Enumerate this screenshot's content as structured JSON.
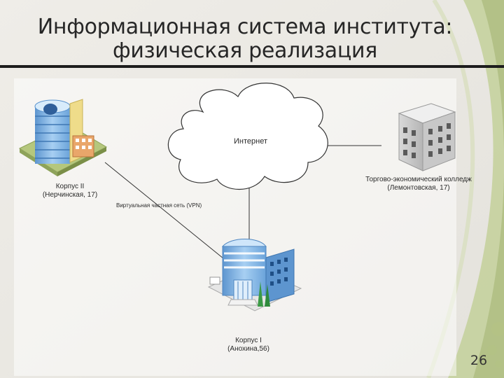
{
  "title": {
    "line1": "Информационная система института:",
    "line2": "физическая реализация"
  },
  "cloud": {
    "label": "Интернет"
  },
  "nodes": {
    "korpus2": {
      "line1": "Корпус II",
      "line2": "(Нерчинская, 17)"
    },
    "college": {
      "line1": "Торгово-экономический колледж",
      "line2": "(Лемонтовская, 17)"
    },
    "korpus1": {
      "line1": "Корпус I",
      "line2": "(Анохина,56)"
    }
  },
  "link": {
    "vpn_label": "Виртуальная частная сеть (VPN)"
  },
  "page_number": "26",
  "colors": {
    "background": "#ebe9e4",
    "accent_green": "#c3d09a",
    "accent_green_dark": "#a9b97a",
    "building_blue": "#7fb3e3",
    "cloud_fill": "#ffffff",
    "line": "#333333"
  }
}
